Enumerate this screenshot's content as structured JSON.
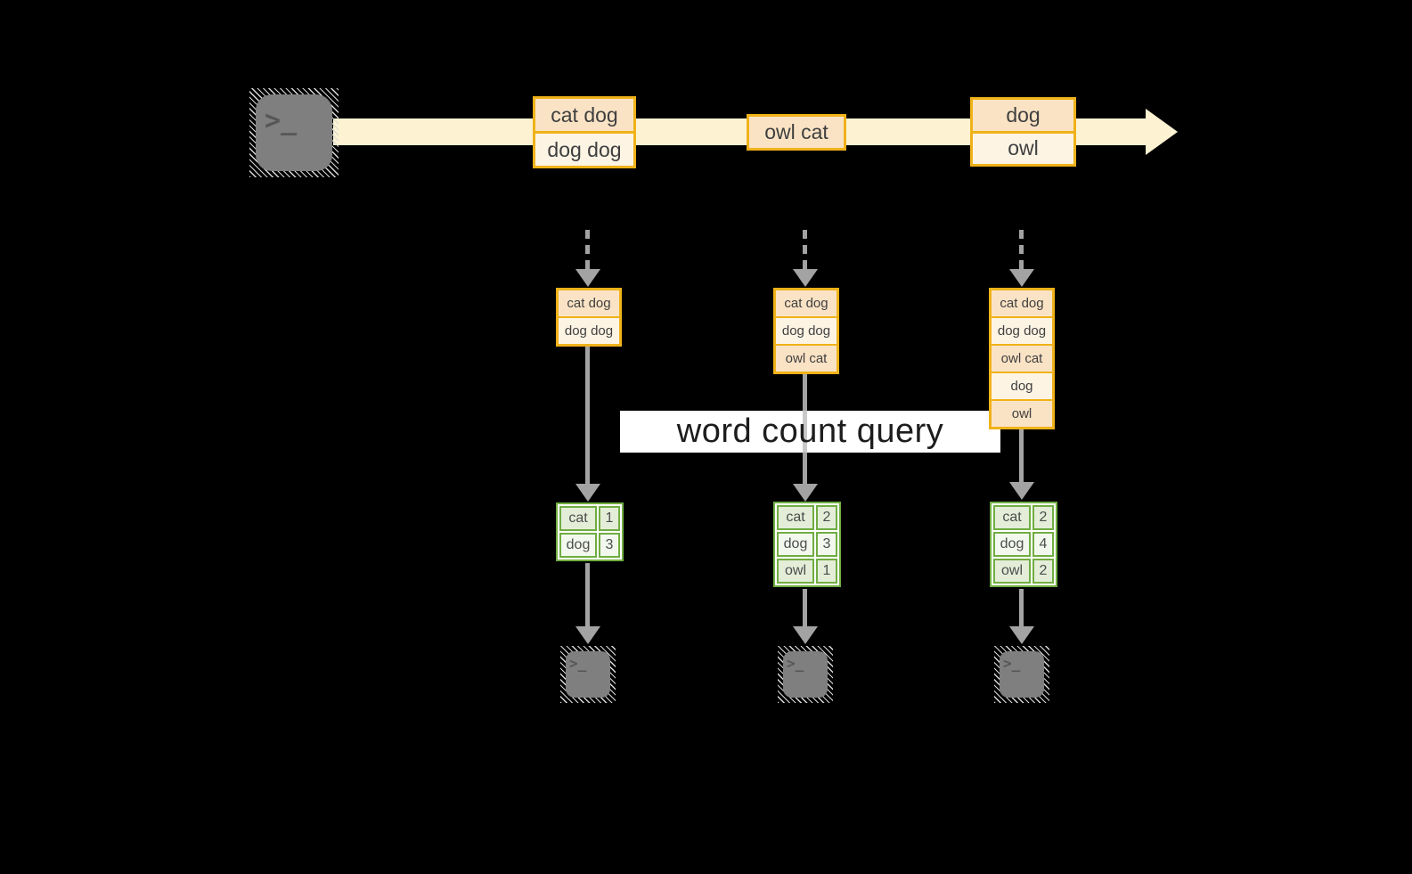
{
  "query_label": "word count query",
  "terminal": {
    "glyph": ">_"
  },
  "stream": {
    "events": [
      {
        "lines": [
          "cat dog",
          "dog dog"
        ]
      },
      {
        "lines": [
          "owl cat"
        ]
      },
      {
        "lines": [
          "dog",
          "owl"
        ]
      }
    ]
  },
  "columns": [
    {
      "batch": [
        "cat dog",
        "dog dog"
      ],
      "counts": [
        {
          "word": "cat",
          "count": "1"
        },
        {
          "word": "dog",
          "count": "3"
        }
      ]
    },
    {
      "batch": [
        "cat dog",
        "dog dog",
        "owl cat"
      ],
      "counts": [
        {
          "word": "cat",
          "count": "2"
        },
        {
          "word": "dog",
          "count": "3"
        },
        {
          "word": "owl",
          "count": "1"
        }
      ]
    },
    {
      "batch": [
        "cat dog",
        "dog dog",
        "owl cat",
        "dog",
        "owl"
      ],
      "counts": [
        {
          "word": "cat",
          "count": "2"
        },
        {
          "word": "dog",
          "count": "4"
        },
        {
          "word": "owl",
          "count": "2"
        }
      ]
    }
  ],
  "colors": {
    "background": "#000000",
    "stream-band": "#fdf3d2",
    "box-border": "#f0b219",
    "box-fill-dark": "#fae3c5",
    "box-fill-light": "#fdf4e4",
    "box-text": "#3f3f3f",
    "arrow-gray": "#bfbfbf",
    "band-bg": "#ffffff",
    "query-text": "#1d1d1d",
    "green-border": "#70ad42",
    "green-cell-dark": "#e4edd8",
    "green-cell-light": "#f3f8ee",
    "green-text": "#4d4d4d",
    "terminal-gray": "#7f7f7f",
    "terminal-glyph": "#565656",
    "hatch": "#d9d9d9"
  }
}
